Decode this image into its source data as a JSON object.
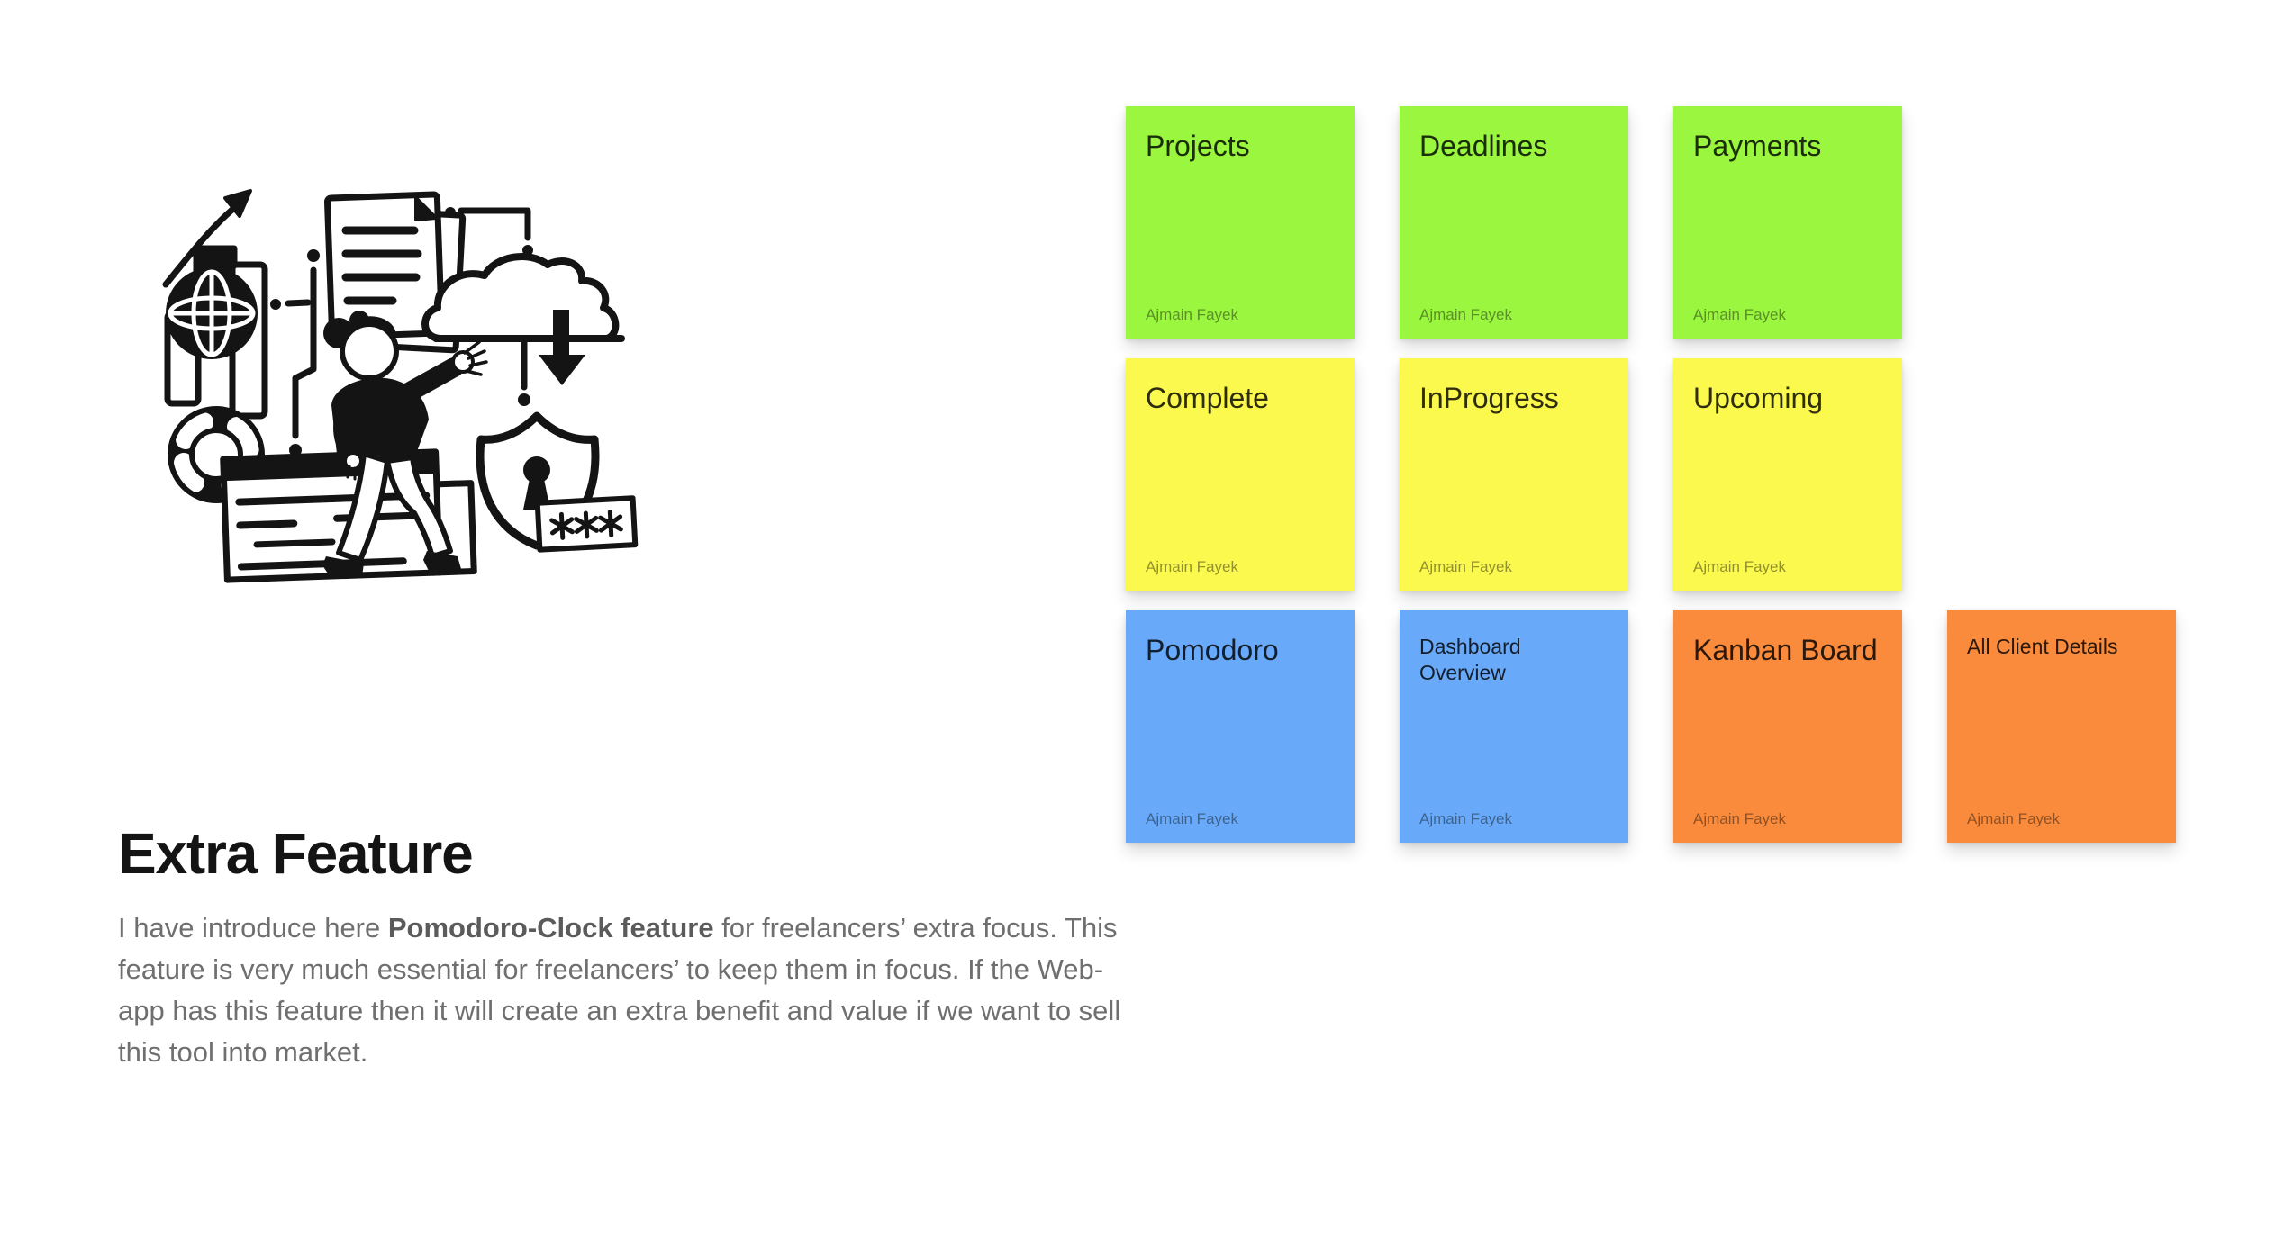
{
  "canvas": {
    "background": "#ffffff"
  },
  "feature_section": {
    "title": "Extra Feature",
    "paragraph": {
      "prefix": "I have introduce here ",
      "bold": "Pomodoro-Clock feature",
      "suffix": " for freelancers’ extra focus. This feature is very much essential for freelancers’ to keep them in focus. If the Web-app has this feature then it will create an extra benefit and value if we want to sell this tool into market."
    }
  },
  "illustration": {
    "alt": "freelancer-workflow-doodle"
  },
  "board": {
    "author": "Ajmain Fayek",
    "palette": {
      "green": "#9AF63E",
      "yellow": "#FBF94D",
      "blue": "#68A9F9",
      "orange": "#FA8B3C"
    },
    "notes": [
      {
        "title": "Projects",
        "color": "green",
        "row": 1,
        "col": 1
      },
      {
        "title": "Deadlines",
        "color": "green",
        "row": 1,
        "col": 2
      },
      {
        "title": "Payments",
        "color": "green",
        "row": 1,
        "col": 3
      },
      {
        "title": "Complete",
        "color": "yellow",
        "row": 2,
        "col": 1
      },
      {
        "title": "InProgress",
        "color": "yellow",
        "row": 2,
        "col": 2
      },
      {
        "title": "Upcoming",
        "color": "yellow",
        "row": 2,
        "col": 3
      },
      {
        "title": "Pomodoro",
        "color": "blue",
        "row": 3,
        "col": 1
      },
      {
        "title": "Dashboard Overview",
        "color": "blue",
        "row": 3,
        "col": 2
      },
      {
        "title": "Kanban Board",
        "color": "orange",
        "row": 3,
        "col": 3
      },
      {
        "title": "All Client Details",
        "color": "orange",
        "row": 3,
        "col": 4
      }
    ]
  }
}
